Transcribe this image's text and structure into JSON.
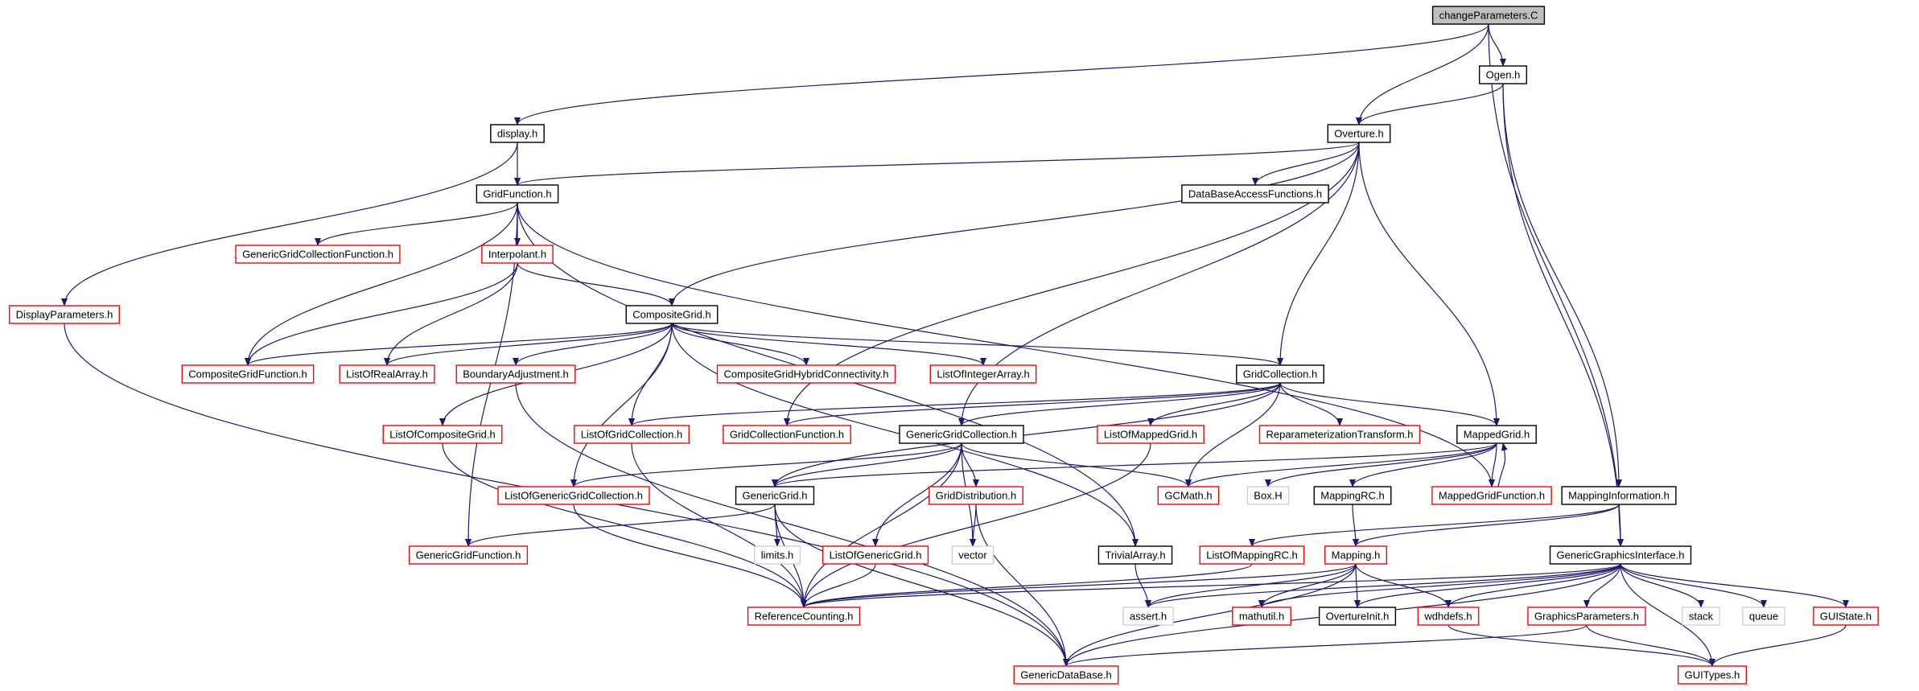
{
  "diagram": {
    "nodes": [
      {
        "id": "changeParameters",
        "label": "changeParameters.C",
        "style": "root"
      },
      {
        "id": "display",
        "label": "display.h",
        "style": "black"
      },
      {
        "id": "Ogen",
        "label": "Ogen.h",
        "style": "black"
      },
      {
        "id": "Overture",
        "label": "Overture.h",
        "style": "black"
      },
      {
        "id": "GridFunction",
        "label": "GridFunction.h",
        "style": "black"
      },
      {
        "id": "DataBaseAccessFunctions",
        "label": "DataBaseAccessFunctions.h",
        "style": "black"
      },
      {
        "id": "GenericGridCollectionFunction",
        "label": "GenericGridCollectionFunction.h",
        "style": "red"
      },
      {
        "id": "Interpolant",
        "label": "Interpolant.h",
        "style": "red"
      },
      {
        "id": "DisplayParameters",
        "label": "DisplayParameters.h",
        "style": "red"
      },
      {
        "id": "CompositeGrid",
        "label": "CompositeGrid.h",
        "style": "black"
      },
      {
        "id": "CompositeGridFunction",
        "label": "CompositeGridFunction.h",
        "style": "red"
      },
      {
        "id": "ListOfRealArray",
        "label": "ListOfRealArray.h",
        "style": "red"
      },
      {
        "id": "BoundaryAdjustment",
        "label": "BoundaryAdjustment.h",
        "style": "red"
      },
      {
        "id": "CompositeGridHybridConnectivity",
        "label": "CompositeGridHybridConnectivity.h",
        "style": "red"
      },
      {
        "id": "ListOfIntegerArray",
        "label": "ListOfIntegerArray.h",
        "style": "red"
      },
      {
        "id": "GridCollection",
        "label": "GridCollection.h",
        "style": "black"
      },
      {
        "id": "ListOfCompositeGrid",
        "label": "ListOfCompositeGrid.h",
        "style": "red"
      },
      {
        "id": "ListOfGridCollection",
        "label": "ListOfGridCollection.h",
        "style": "red"
      },
      {
        "id": "GridCollectionFunction",
        "label": "GridCollectionFunction.h",
        "style": "red"
      },
      {
        "id": "GenericGridCollection",
        "label": "GenericGridCollection.h",
        "style": "black"
      },
      {
        "id": "ListOfMappedGrid",
        "label": "ListOfMappedGrid.h",
        "style": "red"
      },
      {
        "id": "ReparameterizationTransform",
        "label": "ReparameterizationTransform.h",
        "style": "red"
      },
      {
        "id": "MappedGrid",
        "label": "MappedGrid.h",
        "style": "black"
      },
      {
        "id": "ListOfGenericGridCollection",
        "label": "ListOfGenericGridCollection.h",
        "style": "red"
      },
      {
        "id": "GenericGrid",
        "label": "GenericGrid.h",
        "style": "black"
      },
      {
        "id": "GridDistribution",
        "label": "GridDistribution.h",
        "style": "red"
      },
      {
        "id": "GCMath",
        "label": "GCMath.h",
        "style": "red"
      },
      {
        "id": "BoxH",
        "label": "Box.H",
        "style": "gray"
      },
      {
        "id": "MappingRC",
        "label": "MappingRC.h",
        "style": "black"
      },
      {
        "id": "MappedGridFunction",
        "label": "MappedGridFunction.h",
        "style": "red"
      },
      {
        "id": "MappingInformation",
        "label": "MappingInformation.h",
        "style": "black"
      },
      {
        "id": "GenericGridFunction",
        "label": "GenericGridFunction.h",
        "style": "red"
      },
      {
        "id": "limits",
        "label": "limits.h",
        "style": "gray"
      },
      {
        "id": "ListOfGenericGrid",
        "label": "ListOfGenericGrid.h",
        "style": "red"
      },
      {
        "id": "vector",
        "label": "vector",
        "style": "gray"
      },
      {
        "id": "TrivialArray",
        "label": "TrivialArray.h",
        "style": "black"
      },
      {
        "id": "ListOfMappingRC",
        "label": "ListOfMappingRC.h",
        "style": "red"
      },
      {
        "id": "Mapping",
        "label": "Mapping.h",
        "style": "red"
      },
      {
        "id": "GenericGraphicsInterface",
        "label": "GenericGraphicsInterface.h",
        "style": "black"
      },
      {
        "id": "ReferenceCounting",
        "label": "ReferenceCounting.h",
        "style": "red"
      },
      {
        "id": "assert",
        "label": "assert.h",
        "style": "gray"
      },
      {
        "id": "mathutil",
        "label": "mathutil.h",
        "style": "red"
      },
      {
        "id": "OvertureInit",
        "label": "OvertureInit.h",
        "style": "black"
      },
      {
        "id": "wdhdefs",
        "label": "wdhdefs.h",
        "style": "red"
      },
      {
        "id": "GraphicsParameters",
        "label": "GraphicsParameters.h",
        "style": "red"
      },
      {
        "id": "stack",
        "label": "stack",
        "style": "gray"
      },
      {
        "id": "queue",
        "label": "queue",
        "style": "gray"
      },
      {
        "id": "GUIState",
        "label": "GUIState.h",
        "style": "red"
      },
      {
        "id": "GenericDataBase",
        "label": "GenericDataBase.h",
        "style": "red"
      },
      {
        "id": "GUITypes",
        "label": "GUITypes.h",
        "style": "red"
      }
    ],
    "edges": [
      [
        "changeParameters",
        "display"
      ],
      [
        "changeParameters",
        "Overture"
      ],
      [
        "changeParameters",
        "Ogen"
      ],
      [
        "changeParameters",
        "GenericGraphicsInterface"
      ],
      [
        "Ogen",
        "Overture"
      ],
      [
        "Ogen",
        "MappingInformation"
      ],
      [
        "Ogen",
        "GenericGraphicsInterface"
      ],
      [
        "display",
        "GridFunction"
      ],
      [
        "display",
        "DisplayParameters"
      ],
      [
        "Overture",
        "GridFunction"
      ],
      [
        "Overture",
        "DataBaseAccessFunctions"
      ],
      [
        "Overture",
        "CompositeGrid"
      ],
      [
        "Overture",
        "GridCollection"
      ],
      [
        "Overture",
        "MappedGrid"
      ],
      [
        "Overture",
        "GenericGridCollection"
      ],
      [
        "Overture",
        "GridCollectionFunction"
      ],
      [
        "GridFunction",
        "GenericGridCollectionFunction"
      ],
      [
        "GridFunction",
        "Interpolant"
      ],
      [
        "GridFunction",
        "CompositeGridFunction"
      ],
      [
        "GridFunction",
        "GenericGridFunction"
      ],
      [
        "GridFunction",
        "TrivialArray"
      ],
      [
        "GridFunction",
        "MappedGridFunction"
      ],
      [
        "Interpolant",
        "CompositeGrid"
      ],
      [
        "Interpolant",
        "CompositeGridFunction"
      ],
      [
        "Interpolant",
        "ListOfRealArray"
      ],
      [
        "DisplayParameters",
        "GenericDataBase"
      ],
      [
        "CompositeGrid",
        "CompositeGridFunction"
      ],
      [
        "CompositeGrid",
        "ListOfRealArray"
      ],
      [
        "CompositeGrid",
        "BoundaryAdjustment"
      ],
      [
        "CompositeGrid",
        "CompositeGridHybridConnectivity"
      ],
      [
        "CompositeGrid",
        "ListOfIntegerArray"
      ],
      [
        "CompositeGrid",
        "GridCollection"
      ],
      [
        "CompositeGrid",
        "ListOfCompositeGrid"
      ],
      [
        "CompositeGrid",
        "ListOfGridCollection"
      ],
      [
        "CompositeGrid",
        "ListOfGenericGridCollection"
      ],
      [
        "CompositeGrid",
        "TrivialArray"
      ],
      [
        "BoundaryAdjustment",
        "GenericDataBase"
      ],
      [
        "ListOfCompositeGrid",
        "ReferenceCounting"
      ],
      [
        "GridCollection",
        "ListOfGridCollection"
      ],
      [
        "GridCollection",
        "GridCollectionFunction"
      ],
      [
        "GridCollection",
        "GenericGridCollection"
      ],
      [
        "GridCollection",
        "ListOfMappedGrid"
      ],
      [
        "GridCollection",
        "ReparameterizationTransform"
      ],
      [
        "GridCollection",
        "MappedGrid"
      ],
      [
        "GridCollection",
        "GCMath"
      ],
      [
        "GridCollection",
        "GenericGrid"
      ],
      [
        "ListOfGridCollection",
        "ReferenceCounting"
      ],
      [
        "GenericGridCollection",
        "ListOfGenericGridCollection"
      ],
      [
        "GenericGridCollection",
        "GenericGrid"
      ],
      [
        "GenericGridCollection",
        "GridDistribution"
      ],
      [
        "GenericGridCollection",
        "ListOfGenericGrid"
      ],
      [
        "GenericGridCollection",
        "GCMath"
      ],
      [
        "GenericGridCollection",
        "vector"
      ],
      [
        "GenericGridCollection",
        "ReferenceCounting"
      ],
      [
        "ListOfMappedGrid",
        "ReferenceCounting"
      ],
      [
        "MappedGrid",
        "GenericGrid"
      ],
      [
        "MappedGrid",
        "GCMath"
      ],
      [
        "MappedGrid",
        "BoxH"
      ],
      [
        "MappedGrid",
        "MappingRC"
      ],
      [
        "MappedGrid",
        "MappedGridFunction"
      ],
      [
        "MappedGridFunction",
        "MappedGrid"
      ],
      [
        "ListOfGenericGridCollection",
        "ReferenceCounting"
      ],
      [
        "GenericGrid",
        "GenericGridFunction"
      ],
      [
        "GenericGrid",
        "limits"
      ],
      [
        "GenericGrid",
        "ReferenceCounting"
      ],
      [
        "GenericGrid",
        "GenericDataBase"
      ],
      [
        "GridDistribution",
        "vector"
      ],
      [
        "GridDistribution",
        "GenericDataBase"
      ],
      [
        "ListOfGenericGrid",
        "ReferenceCounting"
      ],
      [
        "MappingRC",
        "Mapping"
      ],
      [
        "MappingInformation",
        "ListOfMappingRC"
      ],
      [
        "MappingInformation",
        "Mapping"
      ],
      [
        "MappingInformation",
        "GenericGraphicsInterface"
      ],
      [
        "TrivialArray",
        "assert"
      ],
      [
        "ListOfMappingRC",
        "ReferenceCounting"
      ],
      [
        "Mapping",
        "ReferenceCounting"
      ],
      [
        "Mapping",
        "assert"
      ],
      [
        "Mapping",
        "mathutil"
      ],
      [
        "Mapping",
        "OvertureInit"
      ],
      [
        "Mapping",
        "wdhdefs"
      ],
      [
        "Mapping",
        "GenericDataBase"
      ],
      [
        "GenericGraphicsInterface",
        "assert"
      ],
      [
        "GenericGraphicsInterface",
        "mathutil"
      ],
      [
        "GenericGraphicsInterface",
        "OvertureInit"
      ],
      [
        "GenericGraphicsInterface",
        "wdhdefs"
      ],
      [
        "GenericGraphicsInterface",
        "GraphicsParameters"
      ],
      [
        "GenericGraphicsInterface",
        "stack"
      ],
      [
        "GenericGraphicsInterface",
        "queue"
      ],
      [
        "GenericGraphicsInterface",
        "GUIState"
      ],
      [
        "GenericGraphicsInterface",
        "GUITypes"
      ],
      [
        "GenericGraphicsInterface",
        "GenericDataBase"
      ],
      [
        "GenericGraphicsInterface",
        "ReferenceCounting"
      ],
      [
        "GraphicsParameters",
        "GenericDataBase"
      ],
      [
        "GraphicsParameters",
        "GUITypes"
      ],
      [
        "wdhdefs",
        "GUITypes"
      ],
      [
        "GUIState",
        "GUITypes"
      ]
    ],
    "colors": {
      "edge": "#191970",
      "root_fill": "#bfbfbf",
      "black_border": "#000000",
      "red_border": "#ff0000",
      "gray_border": "#bfbfbf",
      "text": "#000000"
    }
  }
}
